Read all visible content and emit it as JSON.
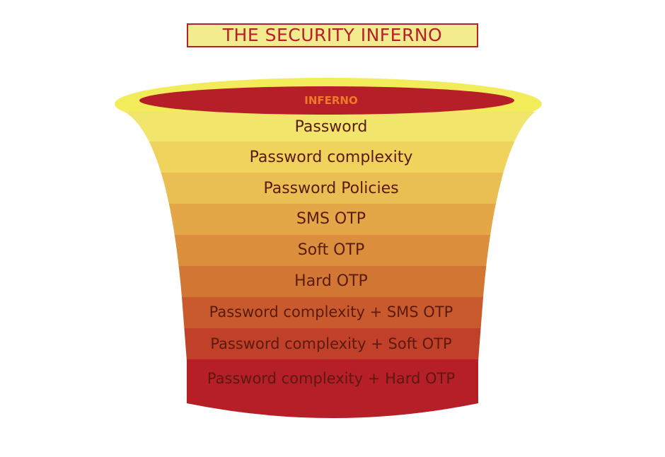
{
  "title": "THE SECURITY INFERNO",
  "rim_label": "INFERNO",
  "layers": [
    {
      "label": "Password",
      "color": "#f2e56b"
    },
    {
      "label": "Password complexity",
      "color": "#efd35c"
    },
    {
      "label": "Password Policies",
      "color": "#e9be52"
    },
    {
      "label": "SMS OTP",
      "color": "#e3a747"
    },
    {
      "label": "Soft OTP",
      "color": "#db8f3d"
    },
    {
      "label": "Hard OTP",
      "color": "#d27634"
    },
    {
      "label": "Password complexity + SMS OTP",
      "color": "#c95a2e"
    },
    {
      "label": "Password complexity + Soft OTP",
      "color": "#c04029"
    },
    {
      "label": "Password complexity + Hard OTP",
      "color": "#b61e28"
    }
  ],
  "colors": {
    "rim_outer": "#f2ec5a",
    "rim_inner": "#b61e28",
    "title_fill": "#f3ec8f",
    "title_text": "#b6202a"
  }
}
